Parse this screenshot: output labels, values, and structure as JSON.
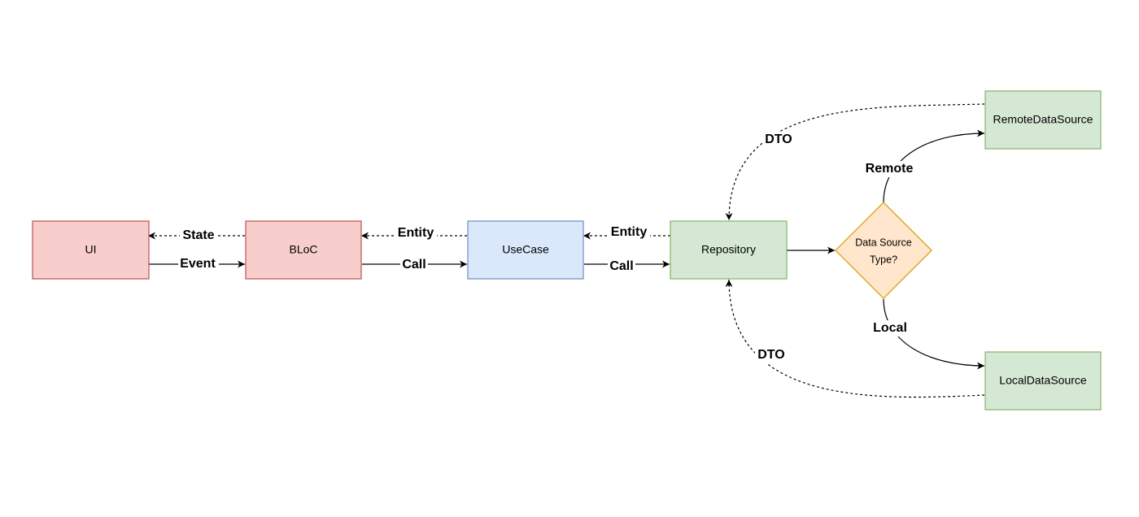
{
  "colors": {
    "red_fill": "#f8cecc",
    "red_stroke": "#b85450",
    "blue_fill": "#dae8fc",
    "blue_stroke": "#6c8ebf",
    "green_fill": "#d5e8d4",
    "green_stroke": "#82b366",
    "orange_fill": "#ffe6cc",
    "orange_stroke": "#d79b00",
    "edge": "#000000"
  },
  "nodes": {
    "ui": "UI",
    "bloc": "BLoC",
    "usecase": "UseCase",
    "repository": "Repository",
    "decision_line1": "Data Source",
    "decision_line2": "Type?",
    "remote": "RemoteDataSource",
    "local": "LocalDataSource"
  },
  "edges": {
    "state": "State",
    "event": "Event",
    "entity_bloc": "Entity",
    "call_usecase": "Call",
    "entity_usecase": "Entity",
    "call_repository": "Call",
    "remote": "Remote",
    "local": "Local",
    "dto_remote": "DTO",
    "dto_local": "DTO"
  }
}
